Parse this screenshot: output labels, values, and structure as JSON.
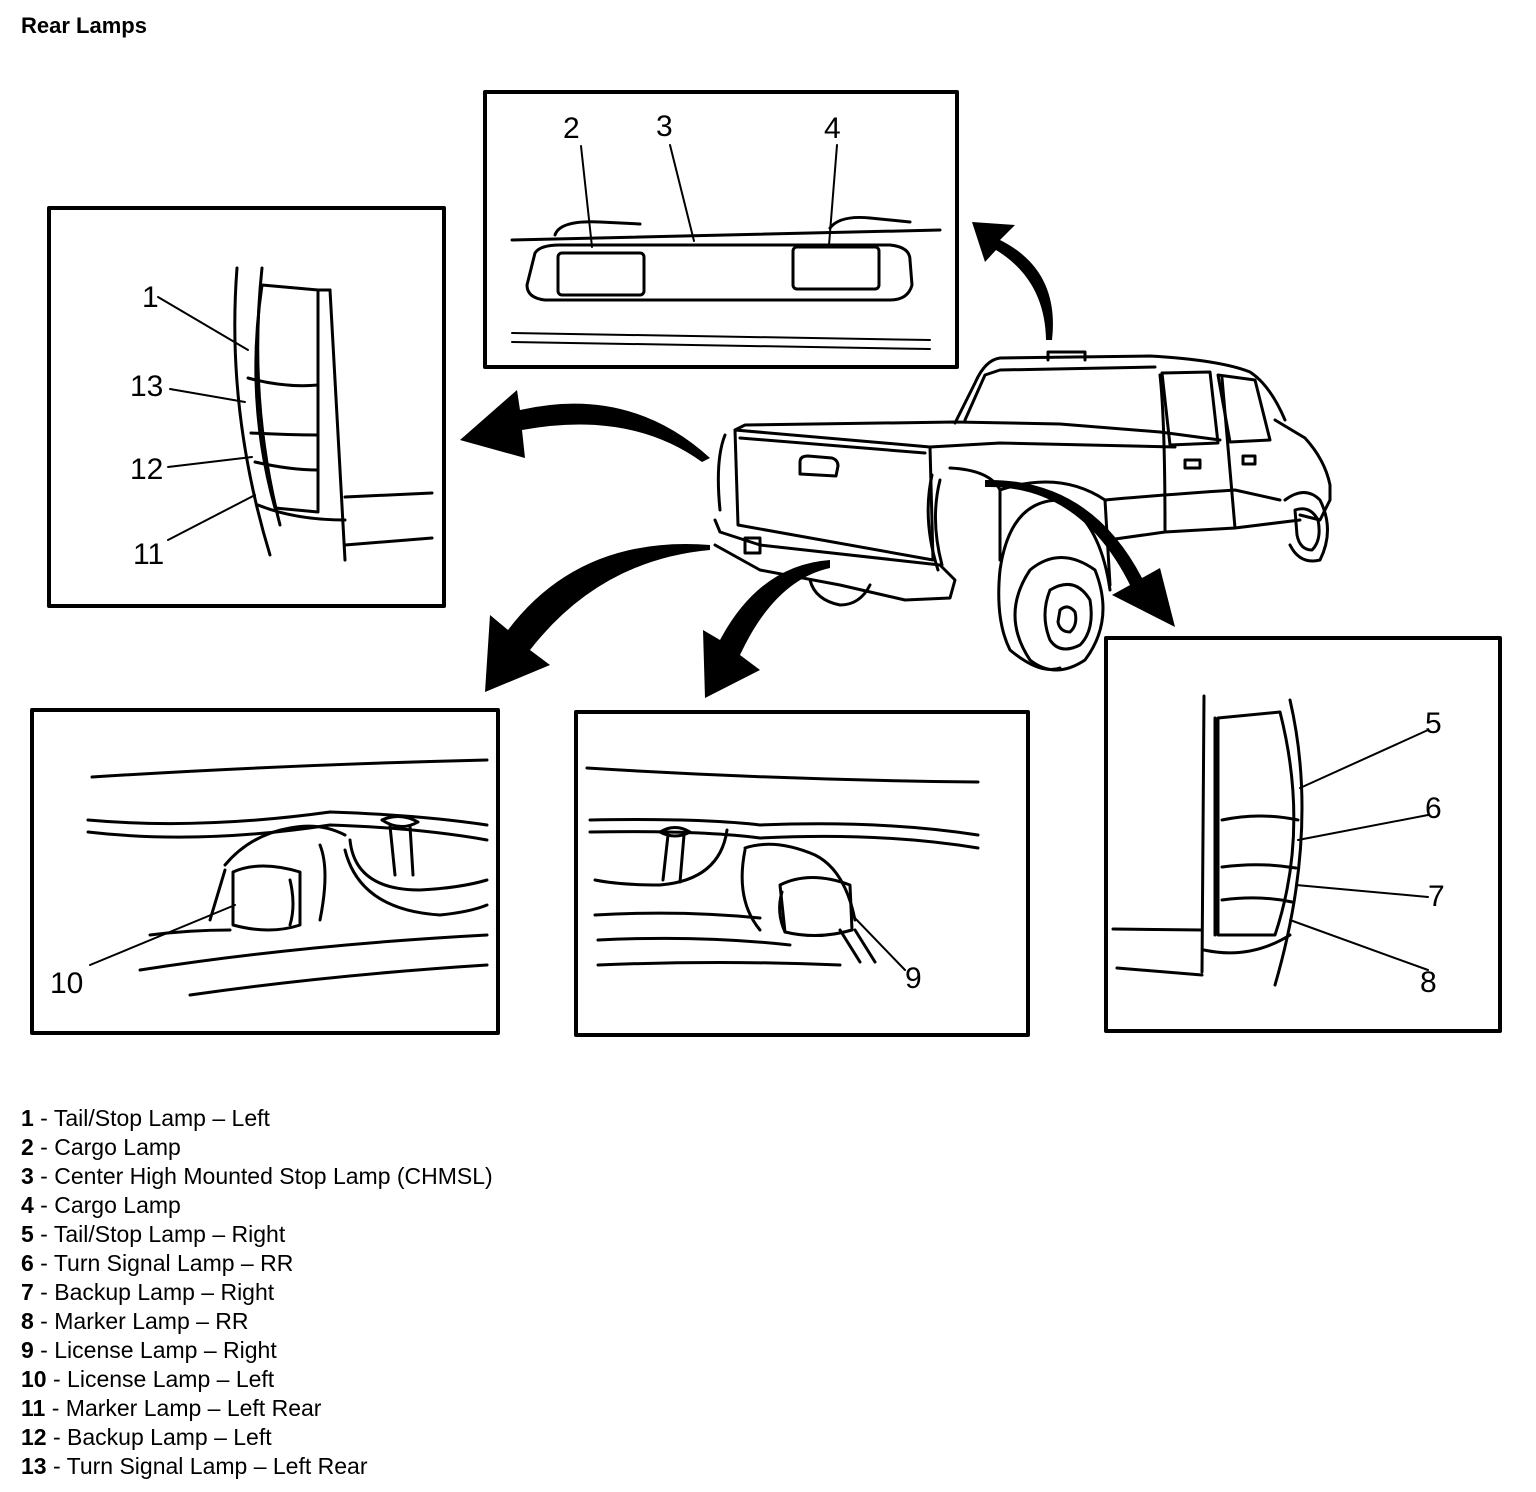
{
  "title": "Rear Lamps",
  "callouts": [
    "1",
    "2",
    "3",
    "4",
    "5",
    "6",
    "7",
    "8",
    "9",
    "10",
    "11",
    "12",
    "13"
  ],
  "legend": [
    {
      "num": "1",
      "sep": " - ",
      "text": "Tail/Stop Lamp – Left"
    },
    {
      "num": "2",
      "sep": " - ",
      "text": "Cargo Lamp"
    },
    {
      "num": "3",
      "sep": " - ",
      "text": "Center High Mounted Stop Lamp (CHMSL)"
    },
    {
      "num": "4",
      "sep": " - ",
      "text": "Cargo Lamp"
    },
    {
      "num": "5",
      "sep": " - ",
      "text": "Tail/Stop Lamp – Right"
    },
    {
      "num": "6",
      "sep": " - ",
      "text": "Turn Signal Lamp – RR"
    },
    {
      "num": "7",
      "sep": " - ",
      "text": "Backup Lamp – Right"
    },
    {
      "num": "8",
      "sep": " - ",
      "text": "Marker Lamp – RR"
    },
    {
      "num": "9",
      "sep": " - ",
      "text": "License Lamp – Right"
    },
    {
      "num": "10",
      "sep": " - ",
      "text": "License Lamp – Left"
    },
    {
      "num": "11",
      "sep": " - ",
      "text": "Marker Lamp – Left Rear"
    },
    {
      "num": "12",
      "sep": " - ",
      "text": "Backup Lamp – Left"
    },
    {
      "num": "13",
      "sep": " - ",
      "text": "Turn Signal Lamp – Left Rear"
    }
  ]
}
